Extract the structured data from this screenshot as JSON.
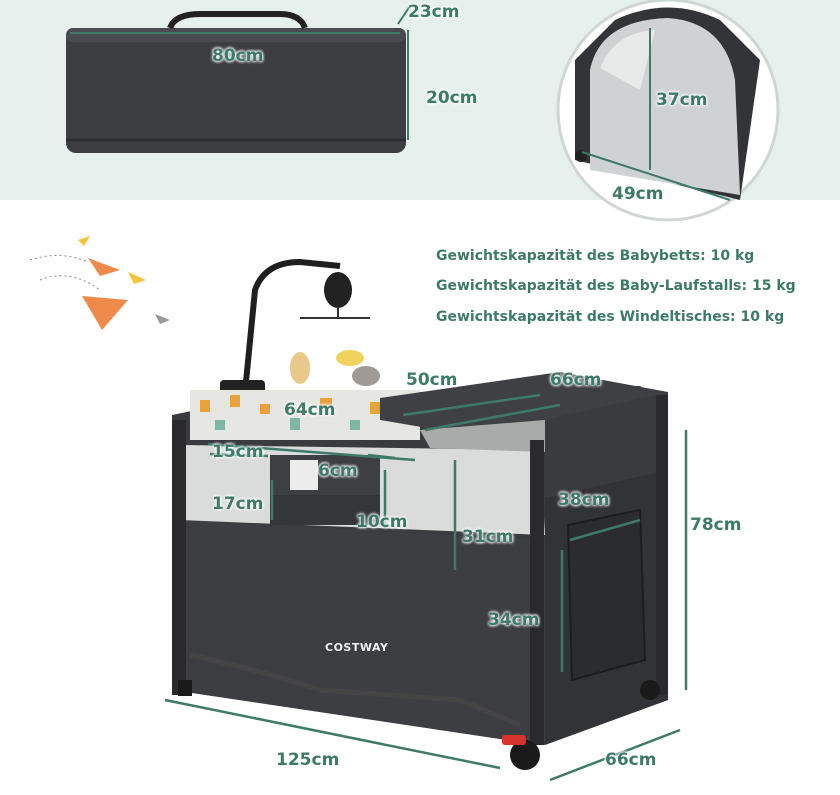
{
  "colors": {
    "accent": "#3e7a68",
    "fabric": "#3a3b3e",
    "mesh": "#d6d8d8",
    "background_band": "#e6f0ec"
  },
  "bag_dimensions": {
    "length": "80cm",
    "depth": "23cm",
    "height": "20cm"
  },
  "door_dimensions": {
    "height": "37cm",
    "width": "49cm"
  },
  "specs": [
    "Gewichtskapazität des Babybetts: 10 kg",
    "Gewichtskapazität des Baby-Laufstalls: 15 kg",
    "Gewichtskapazität des Windeltisches: 10 kg"
  ],
  "crib_dimensions": {
    "changer_depth": "50cm",
    "changer_width": "66cm",
    "bassinet_length": "64cm",
    "side_pocket_width": "15cm",
    "pocket_gap": "6cm",
    "pocket_height": "17cm",
    "pocket_width": "10cm",
    "changer_height": "31cm",
    "side_depth": "38cm",
    "bag_pocket_height": "34cm",
    "total_height": "78cm",
    "total_length": "125cm",
    "total_width": "66cm"
  },
  "brand": "COSTWAY"
}
